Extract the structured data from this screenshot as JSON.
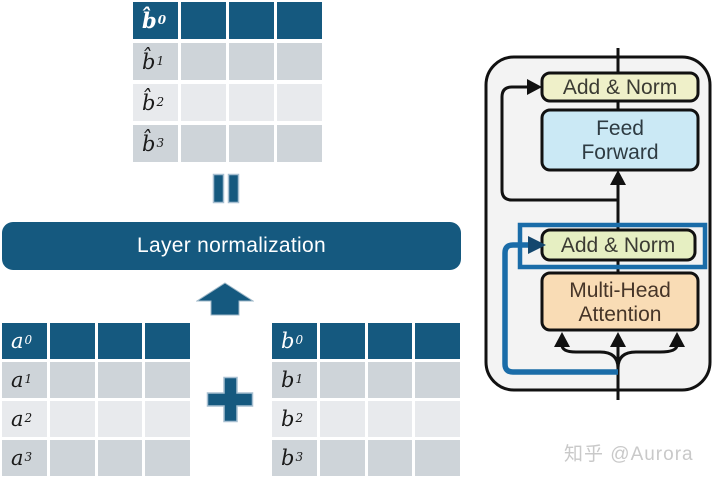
{
  "colors": {
    "primary_blue": "#15597F",
    "highlight_blue": "#1A6CA8",
    "row_gray": "#CED4D9",
    "row_light_gray": "#E8EAED",
    "add_norm_fill_top": "#EFF0C9",
    "add_norm_fill_bottom": "#E6EFC2",
    "feed_forward_fill": "#CBE9F5",
    "attention_fill": "#F9DCB5",
    "block_fill": "#F3F3F3",
    "watermark_gray": "#C9C9C9"
  },
  "matrices": {
    "b_hat": {
      "rows": [
        {
          "base": "b̂",
          "sup": "0"
        },
        {
          "base": "b̂",
          "sup": "1"
        },
        {
          "base": "b̂",
          "sup": "2"
        },
        {
          "base": "b̂",
          "sup": "3"
        }
      ]
    },
    "a": {
      "rows": [
        {
          "base": "a",
          "sup": "0"
        },
        {
          "base": "a",
          "sup": "1"
        },
        {
          "base": "a",
          "sup": "2"
        },
        {
          "base": "a",
          "sup": "3"
        }
      ]
    },
    "b": {
      "rows": [
        {
          "base": "b",
          "sup": "0"
        },
        {
          "base": "b",
          "sup": "1"
        },
        {
          "base": "b",
          "sup": "2"
        },
        {
          "base": "b",
          "sup": "3"
        }
      ]
    }
  },
  "banner": {
    "label": "Layer normalization"
  },
  "transformer_block": {
    "add_norm_top": "Add & Norm",
    "feed_forward": [
      "Feed",
      "Forward"
    ],
    "add_norm_bottom": "Add & Norm",
    "multi_head_attention": [
      "Multi-Head",
      "Attention"
    ]
  },
  "watermark": {
    "text": "知乎 @Aurora"
  }
}
